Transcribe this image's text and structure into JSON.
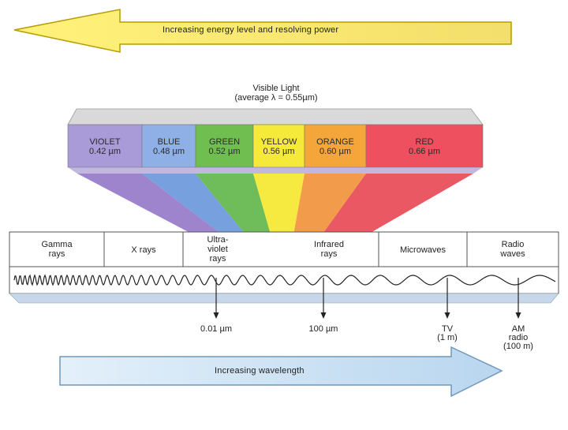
{
  "top_arrow": {
    "label": "Increasing energy level and resolving power"
  },
  "visible_light": {
    "title": "Visible Light",
    "subtitle": "(average λ = 0.55µm)"
  },
  "colors": [
    {
      "name": "VIOLET",
      "value": "0.42 µm",
      "color": "#a99ad8",
      "beam": "#8c6fc4"
    },
    {
      "name": "BLUE",
      "value": "0.48 µm",
      "color": "#8fb0e6",
      "beam": "#5f8fd8"
    },
    {
      "name": "GREEN",
      "value": "0.52 µm",
      "color": "#6fbe4f",
      "beam": "#55b03d"
    },
    {
      "name": "YELLOW",
      "value": "0.56 µm",
      "color": "#f5ea3a",
      "beam": "#f4e51f"
    },
    {
      "name": "ORANGE",
      "value": "0.60 µm",
      "color": "#f5a63a",
      "beam": "#f08a2a"
    },
    {
      "name": "RED",
      "value": "0.66 µm",
      "color": "#ee5060",
      "beam": "#e63b48"
    }
  ],
  "regions": [
    {
      "label": "Gamma\nrays"
    },
    {
      "label": "X rays"
    },
    {
      "label": "Ultra-\nviolet\nrays"
    },
    {
      "label": "Infrared\nrays"
    },
    {
      "label": "Microwaves"
    },
    {
      "label": "Radio\nwaves"
    }
  ],
  "wavelength_markers": [
    {
      "label": "0.01 µm"
    },
    {
      "label": "100 µm"
    },
    {
      "label": "TV\n(1 m)"
    },
    {
      "label": "AM\nradio\n(100 m)"
    }
  ],
  "bottom_arrow": {
    "label": "Increasing wavelength"
  },
  "palette": {
    "top_arrow_fill": "#f6e56a",
    "top_arrow_edge": "#c9a700",
    "bottom_arrow_fill": "#cfe6f7",
    "bottom_arrow_edge": "#7fa9c9",
    "spectrum_bar_bottom": "#c7d6e8"
  }
}
